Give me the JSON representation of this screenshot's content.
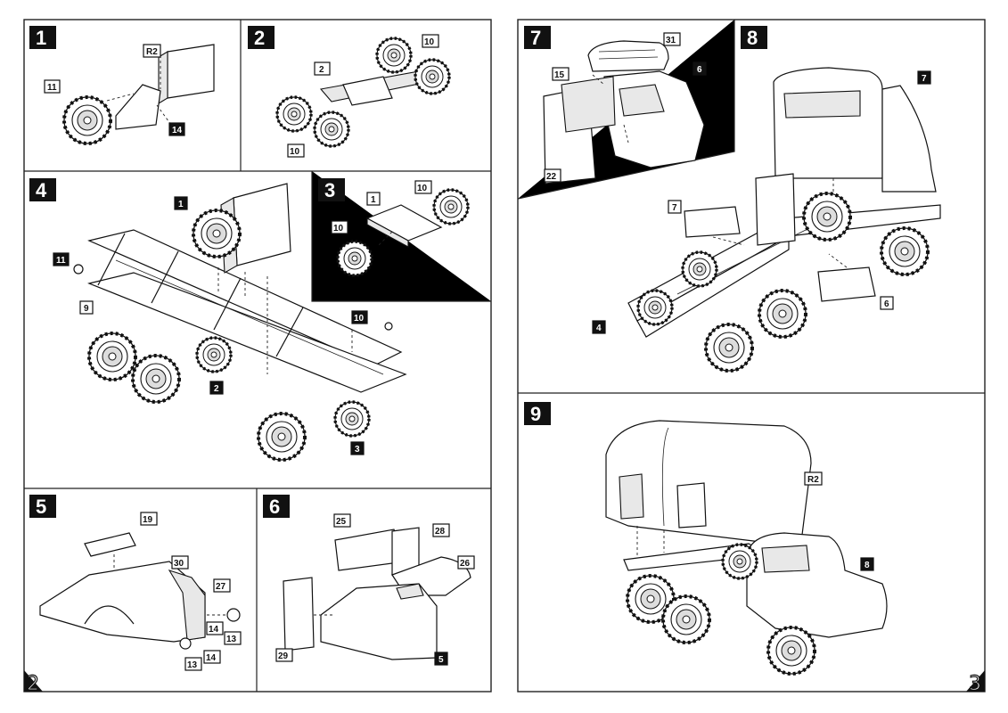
{
  "pages": [
    {
      "number": "2"
    },
    {
      "number": "3"
    }
  ],
  "steps": [
    {
      "label": "1",
      "callouts": [
        "R2",
        "11",
        "14"
      ]
    },
    {
      "label": "2",
      "callouts": [
        "2",
        "10",
        "10"
      ]
    },
    {
      "label": "3",
      "callouts": [
        "1",
        "10",
        "10"
      ]
    },
    {
      "label": "4",
      "callouts": [
        "1",
        "11",
        "9",
        "10",
        "2",
        "3"
      ]
    },
    {
      "label": "5",
      "callouts": [
        "19",
        "30",
        "27",
        "14",
        "13",
        "13",
        "14"
      ]
    },
    {
      "label": "6",
      "callouts": [
        "25",
        "28",
        "26",
        "29",
        "5"
      ]
    },
    {
      "label": "7",
      "callouts": [
        "31",
        "15",
        "6",
        "22"
      ]
    },
    {
      "label": "8",
      "callouts": [
        "7",
        "7",
        "6",
        "4"
      ]
    },
    {
      "label": "9",
      "callouts": [
        "R2",
        "8"
      ]
    }
  ]
}
